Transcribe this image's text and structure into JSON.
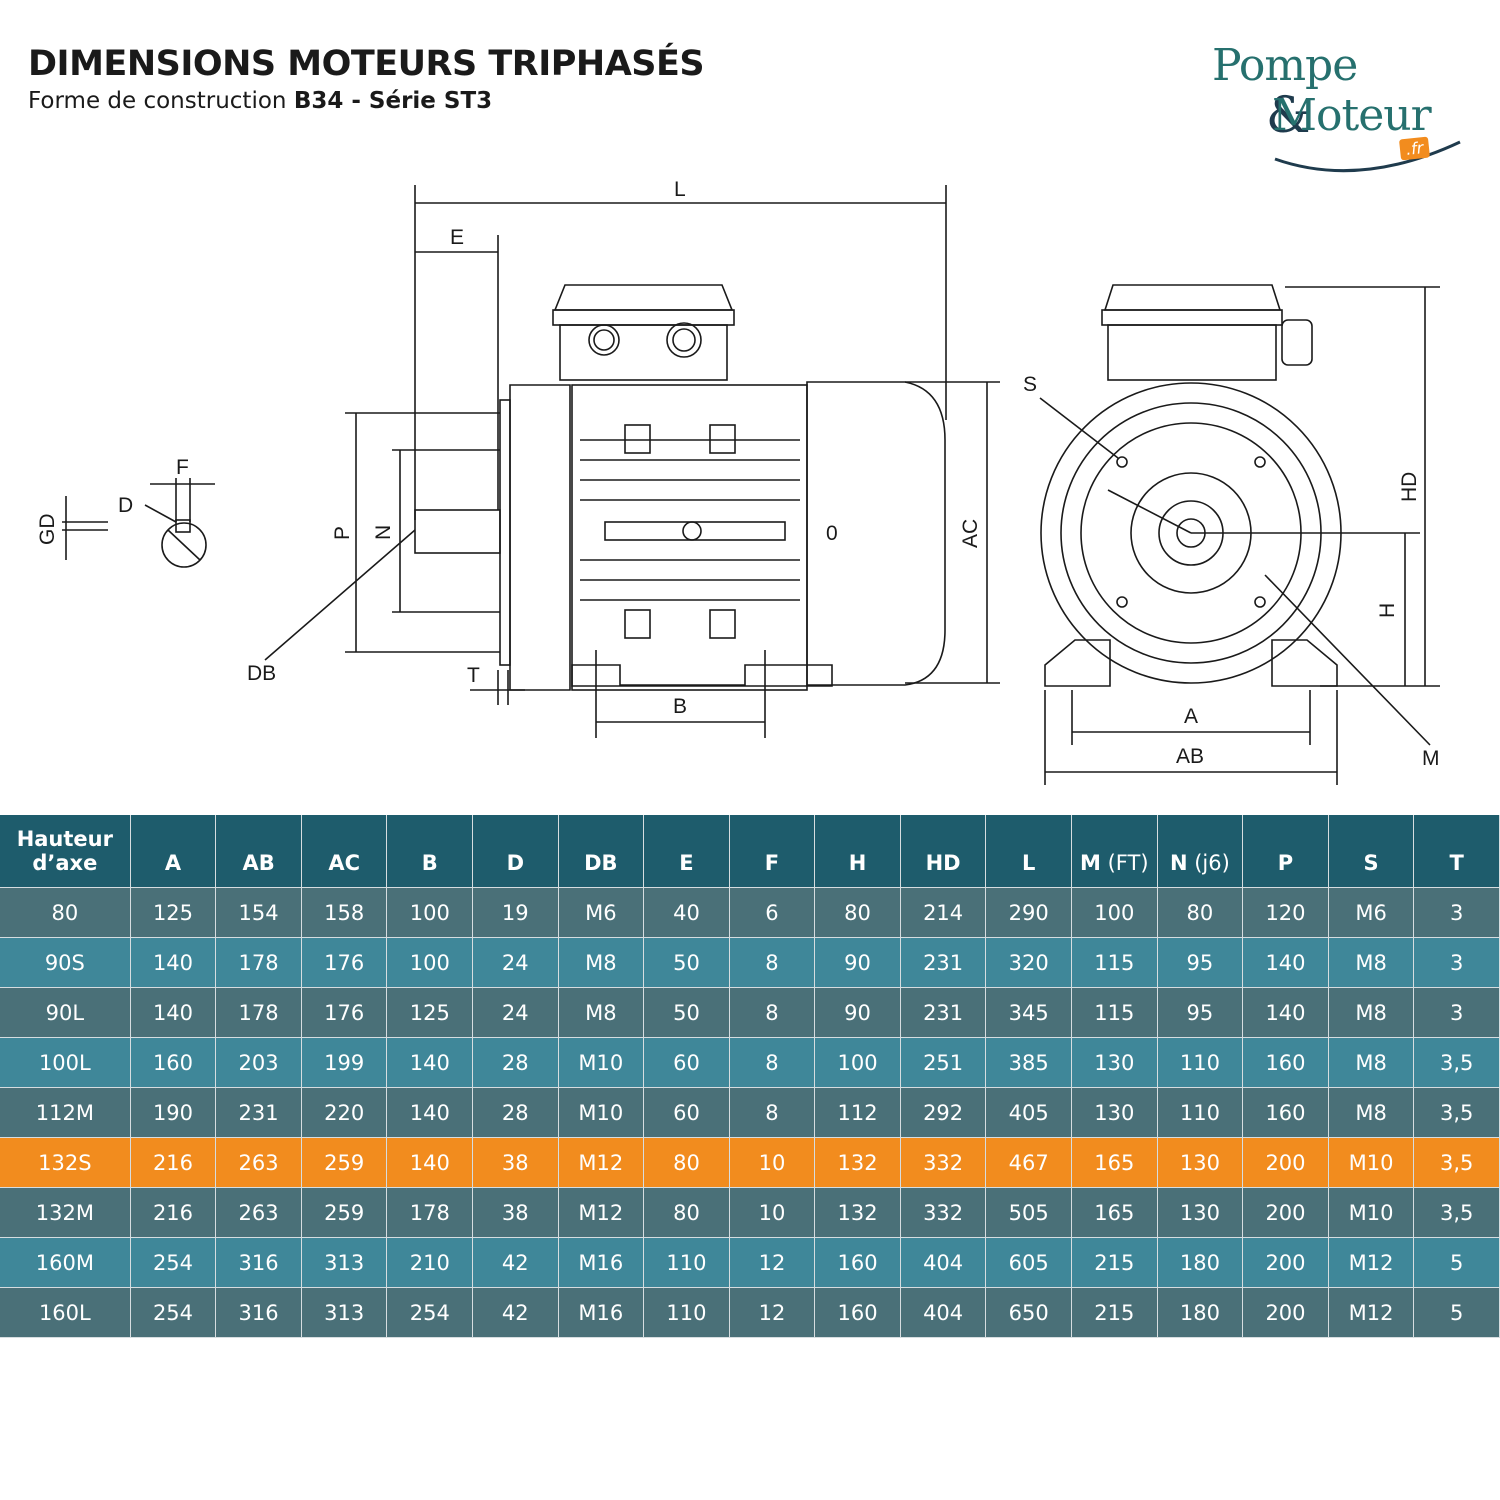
{
  "header": {
    "title": "DIMENSIONS MOTEURS TRIPHASÉS",
    "subtitle_prefix": "Forme de construction ",
    "subtitle_bold": "B34 - Série ST3"
  },
  "logo": {
    "line1": "Pompe",
    "amp": "&",
    "line2": "Moteur",
    "badge": ".fr"
  },
  "drawing_labels": {
    "L": "L",
    "E": "E",
    "F": "F",
    "D": "D",
    "GD": "GD",
    "P": "P",
    "N": "N",
    "DB": "DB",
    "T": "T",
    "B": "B",
    "AC": "AC",
    "O": "0",
    "S": "S",
    "HD": "HD",
    "H": "H",
    "A": "A",
    "AB": "AB",
    "M": "M"
  },
  "table": {
    "key_header": "Hauteur d’axe",
    "key_header_line1": "Hauteur",
    "key_header_line2": "d’axe",
    "columns": [
      {
        "bold": "A",
        "extra": ""
      },
      {
        "bold": "AB",
        "extra": ""
      },
      {
        "bold": "AC",
        "extra": ""
      },
      {
        "bold": "B",
        "extra": ""
      },
      {
        "bold": "D",
        "extra": ""
      },
      {
        "bold": "DB",
        "extra": ""
      },
      {
        "bold": "E",
        "extra": ""
      },
      {
        "bold": "F",
        "extra": ""
      },
      {
        "bold": "H",
        "extra": ""
      },
      {
        "bold": "HD",
        "extra": ""
      },
      {
        "bold": "L",
        "extra": ""
      },
      {
        "bold": "M",
        "extra": " (FT)"
      },
      {
        "bold": "N",
        "extra": " (j6)"
      },
      {
        "bold": "P",
        "extra": ""
      },
      {
        "bold": "S",
        "extra": ""
      },
      {
        "bold": "T",
        "extra": ""
      }
    ],
    "highlight_color": "#f28c1e",
    "rows": [
      {
        "key": "80",
        "values": [
          "125",
          "154",
          "158",
          "100",
          "19",
          "M6",
          "40",
          "6",
          "80",
          "214",
          "290",
          "100",
          "80",
          "120",
          "M6",
          "3"
        ],
        "highlight": false
      },
      {
        "key": "90S",
        "values": [
          "140",
          "178",
          "176",
          "100",
          "24",
          "M8",
          "50",
          "8",
          "90",
          "231",
          "320",
          "115",
          "95",
          "140",
          "M8",
          "3"
        ],
        "highlight": false
      },
      {
        "key": "90L",
        "values": [
          "140",
          "178",
          "176",
          "125",
          "24",
          "M8",
          "50",
          "8",
          "90",
          "231",
          "345",
          "115",
          "95",
          "140",
          "M8",
          "3"
        ],
        "highlight": false
      },
      {
        "key": "100L",
        "values": [
          "160",
          "203",
          "199",
          "140",
          "28",
          "M10",
          "60",
          "8",
          "100",
          "251",
          "385",
          "130",
          "110",
          "160",
          "M8",
          "3,5"
        ],
        "highlight": false
      },
      {
        "key": "112M",
        "values": [
          "190",
          "231",
          "220",
          "140",
          "28",
          "M10",
          "60",
          "8",
          "112",
          "292",
          "405",
          "130",
          "110",
          "160",
          "M8",
          "3,5"
        ],
        "highlight": false
      },
      {
        "key": "132S",
        "values": [
          "216",
          "263",
          "259",
          "140",
          "38",
          "M12",
          "80",
          "10",
          "132",
          "332",
          "467",
          "165",
          "130",
          "200",
          "M10",
          "3,5"
        ],
        "highlight": true
      },
      {
        "key": "132M",
        "values": [
          "216",
          "263",
          "259",
          "178",
          "38",
          "M12",
          "80",
          "10",
          "132",
          "332",
          "505",
          "165",
          "130",
          "200",
          "M10",
          "3,5"
        ],
        "highlight": false
      },
      {
        "key": "160M",
        "values": [
          "254",
          "316",
          "313",
          "210",
          "42",
          "M16",
          "110",
          "12",
          "160",
          "404",
          "605",
          "215",
          "180",
          "200",
          "M12",
          "5"
        ],
        "highlight": false
      },
      {
        "key": "160L",
        "values": [
          "254",
          "316",
          "313",
          "254",
          "42",
          "M16",
          "110",
          "12",
          "160",
          "404",
          "650",
          "215",
          "180",
          "200",
          "M12",
          "5"
        ],
        "highlight": false
      }
    ]
  }
}
